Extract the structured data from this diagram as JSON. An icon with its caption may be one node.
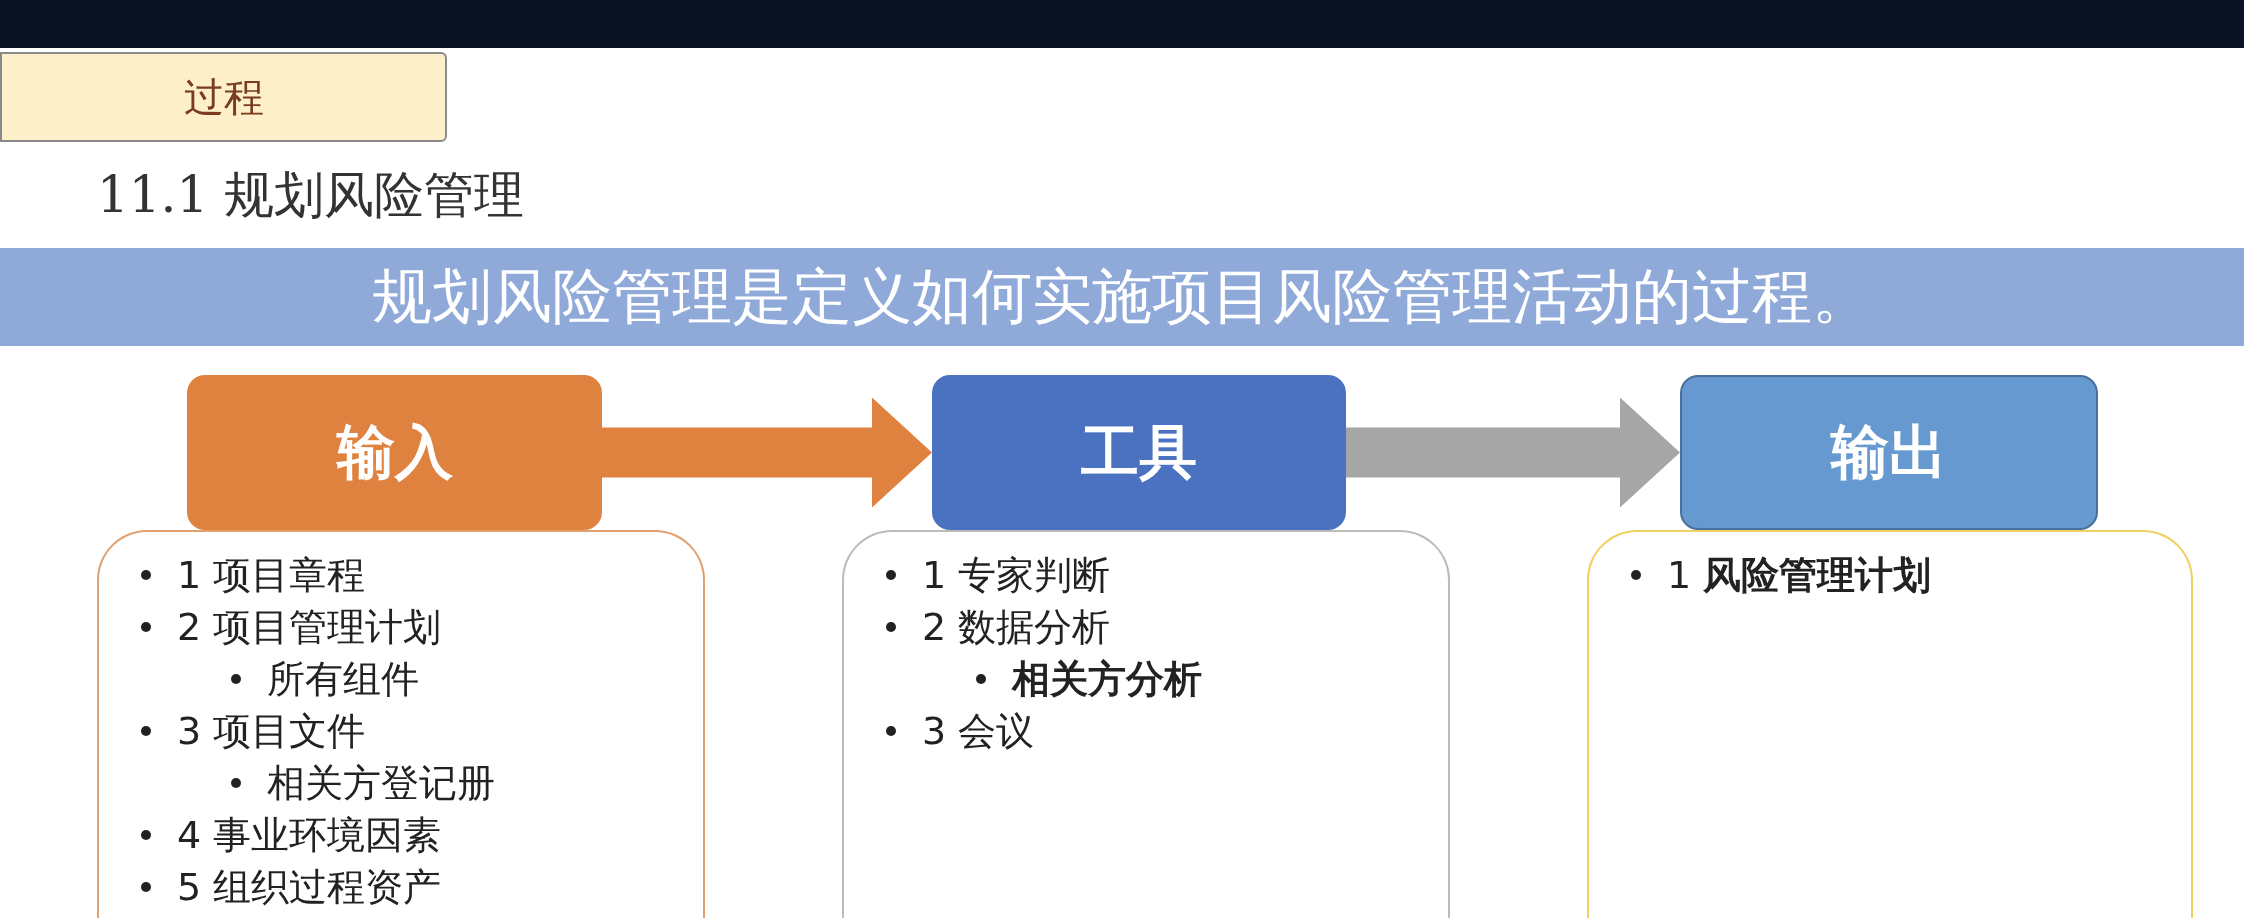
{
  "diagram": {
    "title": "11.1 规划风险管理",
    "nodes": [
      {
        "text": [
          "过程"
        ]
      },
      {
        "text": [
          "规划风险管理是定义如何实施项目风险管理活动的过程。"
        ]
      },
      {
        "text": [
          "输入"
        ]
      },
      {
        "text": [
          "工具"
        ]
      },
      {
        "text": [
          "输出"
        ]
      },
      {
        "text": [
          "1 项目章程",
          "2 项目管理计划",
          "所有组件",
          "3 项目文件",
          "相关方登记册",
          "4 事业环境因素",
          "5 组织过程资产"
        ]
      },
      {
        "text": [
          "1 专家判断",
          "2 数据分析",
          "**相关方分析**",
          "3 会议"
        ]
      },
      {
        "text": [
          "1 **风险管理计划**"
        ]
      },
      {
        "text": [],
        "shape": "bar"
      }
    ],
    "edges": [
      {
        "from": 2,
        "to": 3,
        "arrow": "to",
        "style": "thick",
        "color": "#e0823f"
      },
      {
        "from": 3,
        "to": 4,
        "arrow": "to",
        "style": "thick",
        "color": "#a6a6a6"
      }
    ]
  }
}
